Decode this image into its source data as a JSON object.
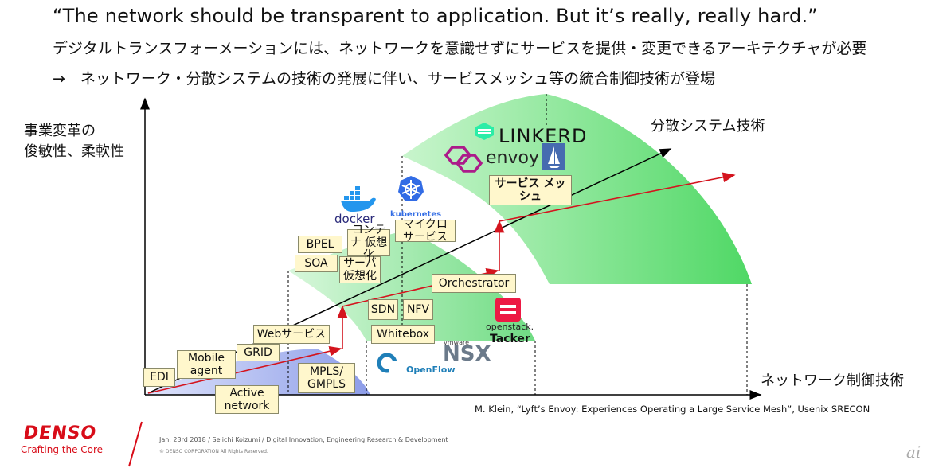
{
  "header": {
    "quote": "“The network should be transparent to application. But it’s really, really hard.”",
    "line2": "デジタルトランスフォーメーションには、ネットワークを意識せずにサービスを提供・変更できるアーキテクチャが必要",
    "line3": "→　ネットワーク・分散システムの技術の発展に伴い、サービスメッシュ等の統合制御技術が登場"
  },
  "axes": {
    "y_label_1": "事業変革の",
    "y_label_2": "俊敏性、柔軟性",
    "x_label": "ネットワーク制御技術",
    "diag_label": "分散システム技術"
  },
  "boxes": {
    "edi": "EDI",
    "mobile": "Mobile agent",
    "grid": "GRID",
    "web": "Webサービス",
    "active": "Active network",
    "mpls": "MPLS/ GMPLS",
    "soa": "SOA",
    "bpel": "BPEL",
    "server_virt": "サーバ 仮想化",
    "container_virt": "コンテナ 仮想化",
    "micro": "マイクロ サービス",
    "sdn": "SDN",
    "nfv": "NFV",
    "whitebox": "Whitebox",
    "orchestrator": "Orchestrator",
    "service_mesh": "サービス メッシュ"
  },
  "logos": {
    "docker": "docker",
    "kubernetes": "kubernetes",
    "linkerd": "LINKERD",
    "envoy": "envoy",
    "openstack": "openstack.",
    "tacker": "Tacker",
    "vmware": "vmware",
    "nsx": "NSX",
    "openflow": "OpenFlow"
  },
  "citation": "M. Klein, “Lyft’s Envoy: Experiences Operating a Large Service Mesh”, Usenix SRECON",
  "footer": {
    "line1": "Jan. 23rd 2018 / Seiichi Koizumi / Digital Innovation, Engineering Research & Development",
    "line2": "© DENSO CORPORATION All Rights Reserved.",
    "brand": "DENSO",
    "tagline": "Crafting the Core",
    "watermark": "ai"
  },
  "colors": {
    "accent_red": "#d80c18",
    "arrow_red": "#d4141e",
    "blue_region": "#a9b6ef",
    "green_region": "#62e07a",
    "box_fill": "#fff7cc"
  }
}
